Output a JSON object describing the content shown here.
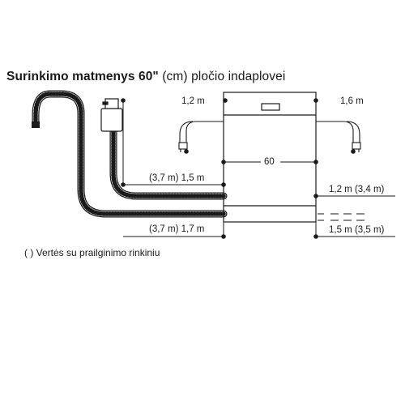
{
  "title": {
    "bold_part": "Surinkimo matmenys 60\"",
    "regular_part": "(cm) pločio indaplovei"
  },
  "labels": {
    "left_hose_length": "1,2 m",
    "right_hose_length": "1,6 m",
    "width": "60",
    "drain_hose_upper": "(3,7 m) 1,5 m",
    "drain_hose_lower": "(3,7 m) 1,7 m",
    "right_upper": "1,2 m (3,4 m)",
    "right_lower": "1,5 m (3,5 m)"
  },
  "note": "( ) Vertės su prailginimo rinkiniu"
}
